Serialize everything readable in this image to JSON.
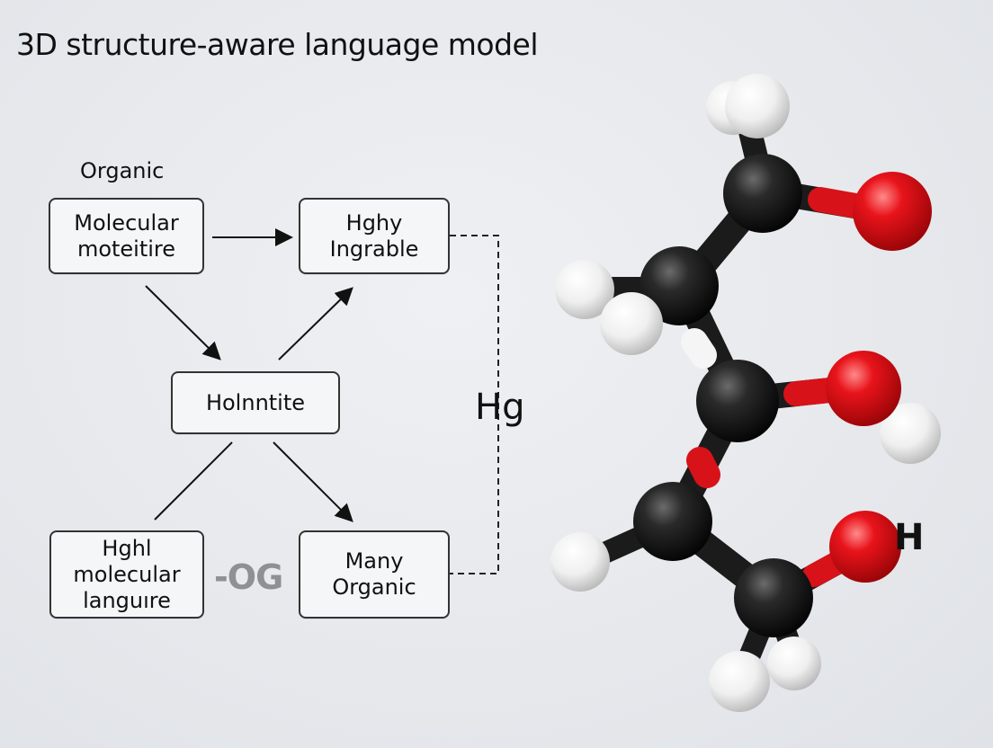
{
  "title": "3D structure-aware language model",
  "diagram": {
    "caption": "Organic",
    "nodes": {
      "molecular": {
        "line1": "Molecular",
        "line2": "moteitire"
      },
      "hghy": {
        "line1": "Hghy",
        "line2": "Ingrable"
      },
      "holnntite": {
        "line1": "Holnntite"
      },
      "hghl": {
        "line1": "Hghl",
        "line2": "molecular",
        "line3": "languıre"
      },
      "many": {
        "line1": "Many",
        "line2": "Organic"
      }
    },
    "og_label": "-OG",
    "hg_label": "Hg"
  },
  "molecule": {
    "h_label": "H",
    "colors": {
      "carbon": "#1a1a1a",
      "oxygen": "#e3141b",
      "hydrogen": "#f2f2f2"
    }
  }
}
